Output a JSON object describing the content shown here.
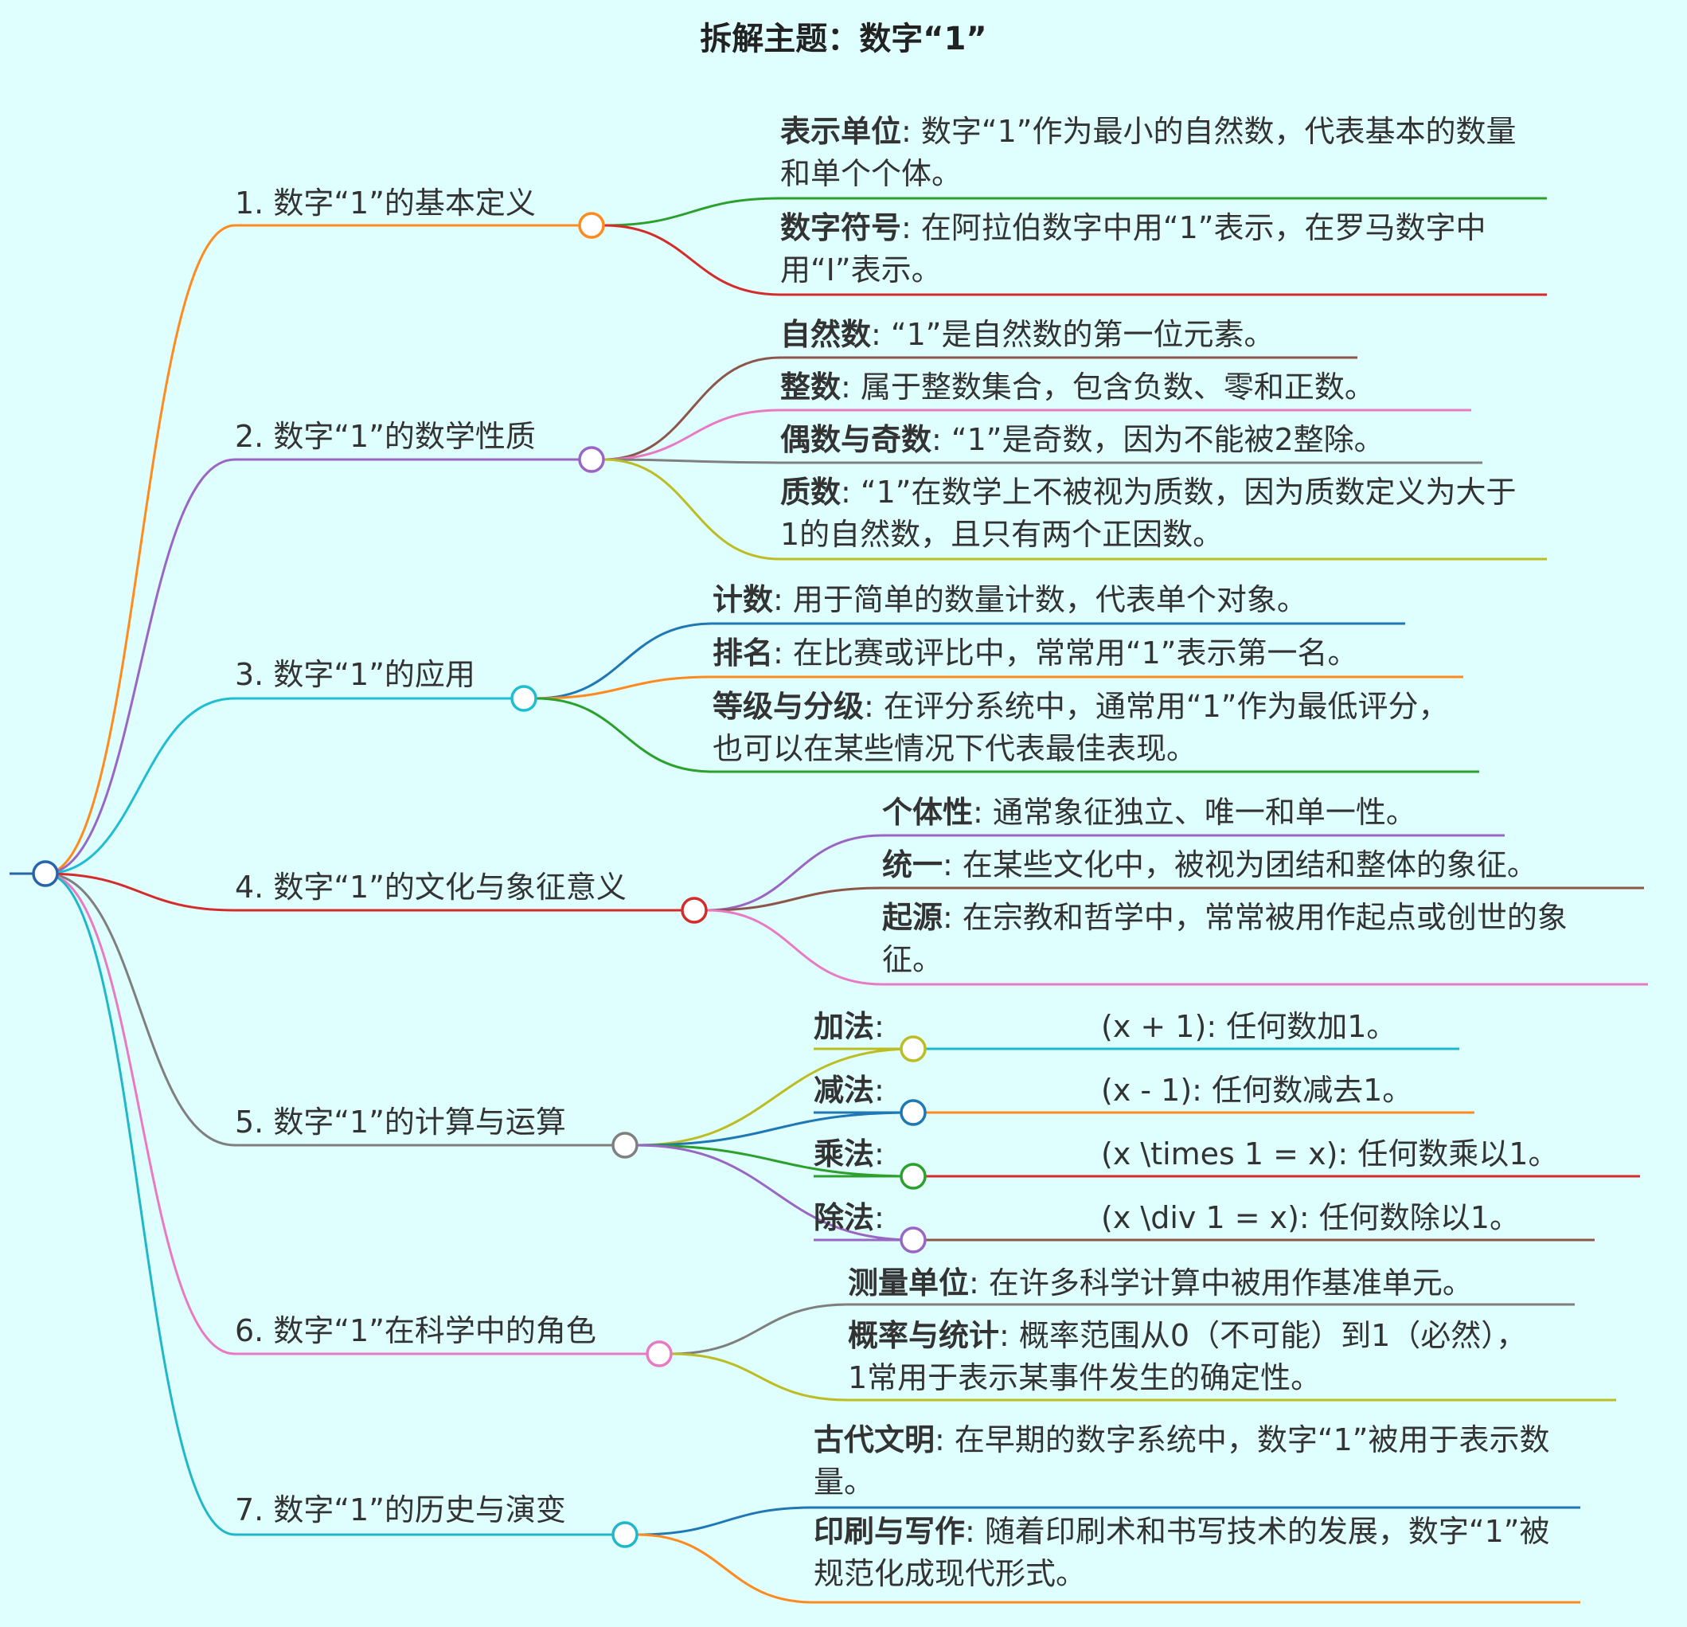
{
  "title": "拆解主题：数字“1”",
  "colors": {
    "background": "#dffefe",
    "orange": "#ff8a1e",
    "purple": "#9966c4",
    "cyan": "#1fbdd0",
    "red": "#d42b2b",
    "gray": "#7f7f7f",
    "pink": "#e87ac4",
    "teal": "#20b8c8",
    "green": "#2ca02c",
    "brown": "#8c564b",
    "olive": "#bcbd22",
    "blue": "#1f77b4",
    "root": "#2a64a8"
  },
  "branches": [
    {
      "label": "1. 数字“1”的基本定义",
      "leaves": [
        {
          "term": "表示单位",
          "desc": ": 数字“1”作为最小的自然数，代表基本的数量和单个个体。"
        },
        {
          "term": "数字符号",
          "desc": ": 在阿拉伯数字中用“1”表示，在罗马数字中用“I”表示。"
        }
      ]
    },
    {
      "label": "2. 数字“1”的数学性质",
      "leaves": [
        {
          "term": "自然数",
          "desc": ": “1”是自然数的第一位元素。"
        },
        {
          "term": "整数",
          "desc": ": 属于整数集合，包含负数、零和正数。"
        },
        {
          "term": "偶数与奇数",
          "desc": ": “1”是奇数，因为不能被2整除。"
        },
        {
          "term": "质数",
          "desc": ": “1”在数学上不被视为质数，因为质数定义为大于1的自然数，且只有两个正因数。"
        }
      ]
    },
    {
      "label": "3. 数字“1”的应用",
      "leaves": [
        {
          "term": "计数",
          "desc": ": 用于简单的数量计数，代表单个对象。"
        },
        {
          "term": "排名",
          "desc": ": 在比赛或评比中，常常用“1”表示第一名。"
        },
        {
          "term": "等级与分级",
          "desc": ": 在评分系统中，通常用“1”作为最低评分，也可以在某些情况下代表最佳表现。"
        }
      ]
    },
    {
      "label": "4. 数字“1”的文化与象征意义",
      "leaves": [
        {
          "term": "个体性",
          "desc": ": 通常象征独立、唯一和单一性。"
        },
        {
          "term": "统一",
          "desc": ": 在某些文化中，被视为团结和整体的象征。"
        },
        {
          "term": "起源",
          "desc": ": 在宗教和哲学中，常常被用作起点或创世的象征。"
        }
      ]
    },
    {
      "label": "5. 数字“1”的计算与运算",
      "ops": [
        {
          "term": "加法",
          "colon": ":",
          "value": "(x + 1): 任何数加1。"
        },
        {
          "term": "减法",
          "colon": ":",
          "value": "(x - 1): 任何数减去1。"
        },
        {
          "term": "乘法",
          "colon": ":",
          "value": "(x \\times 1 = x): 任何数乘以1。"
        },
        {
          "term": "除法",
          "colon": ":",
          "value": "(x \\div 1 = x): 任何数除以1。"
        }
      ]
    },
    {
      "label": "6. 数字“1”在科学中的角色",
      "leaves": [
        {
          "term": "测量单位",
          "desc": ": 在许多科学计算中被用作基准单元。"
        },
        {
          "term": "概率与统计",
          "desc": ": 概率范围从0（不可能）到1（必然），1常用于表示某事件发生的确定性。"
        }
      ]
    },
    {
      "label": "7. 数字“1”的历史与演变",
      "leaves": [
        {
          "term": "古代文明",
          "desc": ": 在早期的数字系统中，数字“1”被用于表示数量。"
        },
        {
          "term": "印刷与写作",
          "desc": ": 随着印刷术和书写技术的发展，数字“1”被规范化成现代形式。"
        }
      ]
    }
  ]
}
